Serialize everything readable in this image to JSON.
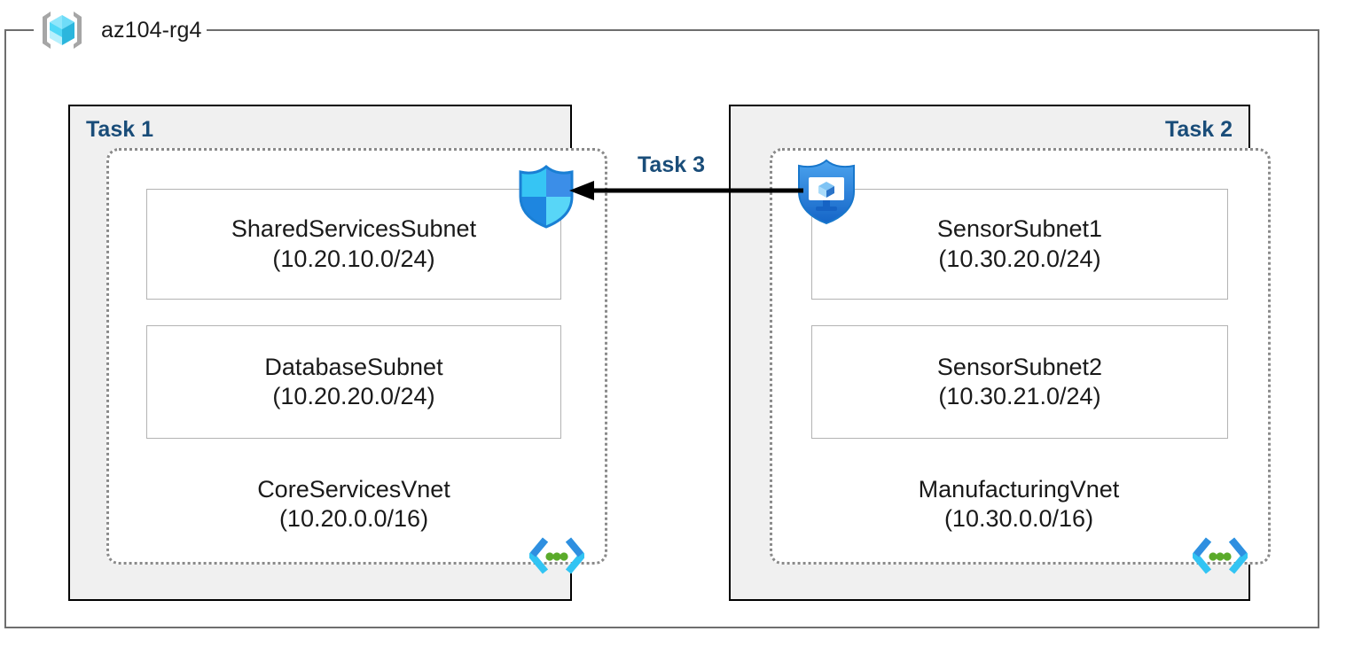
{
  "resource_group": {
    "name": "az104-rg4",
    "icon": "resource-group-cube-icon"
  },
  "colors": {
    "task_label": "#1a4d79",
    "panel_fill": "#f0f0f0",
    "panel_border": "#000000",
    "frame_border": "#6e6e6e",
    "vnet_dotted_border": "#8a8a8a",
    "subnet_border": "#b3b3b3",
    "arrow": "#000000",
    "vnet_glyph_bracket_dark": "#2f8fe0",
    "vnet_glyph_bracket_light": "#32c4f3",
    "vnet_glyph_dot": "#5aaa2a",
    "firewall_shield": "#2196f3",
    "bastion_shield": "#1f7fd4",
    "cube_icon_light": "#8fe6fb",
    "cube_icon_mid": "#4fd8f7",
    "cube_icon_dark": "#2bb6dd",
    "cube_bracket": "#a6a6a6"
  },
  "panels": [
    {
      "id": "task-1",
      "label": "Task 1",
      "label_align": "left",
      "vnet": {
        "name": "CoreServicesVnet",
        "cidr": "(10.20.0.0/16)",
        "glyph": "vnet-brackets-icon"
      },
      "subnets": [
        {
          "name": "SharedServicesSubnet",
          "cidr": "(10.20.10.0/24)"
        },
        {
          "name": "DatabaseSubnet",
          "cidr": "(10.20.20.0/24)"
        }
      ],
      "security_icon": {
        "name": "azure-firewall-icon",
        "label": ""
      }
    },
    {
      "id": "task-2",
      "label": "Task 2",
      "label_align": "right",
      "vnet": {
        "name": "ManufacturingVnet",
        "cidr": "(10.30.0.0/16)",
        "glyph": "vnet-brackets-icon"
      },
      "subnets": [
        {
          "name": "SensorSubnet1",
          "cidr": "(10.30.20.0/24)"
        },
        {
          "name": "SensorSubnet2",
          "cidr": "(10.30.21.0/24)"
        }
      ],
      "security_icon": {
        "name": "azure-bastion-icon",
        "label": ""
      }
    }
  ],
  "connection": {
    "label": "Task 3",
    "direction": "right-to-left",
    "arrow_name": "task3-connection-arrow"
  }
}
